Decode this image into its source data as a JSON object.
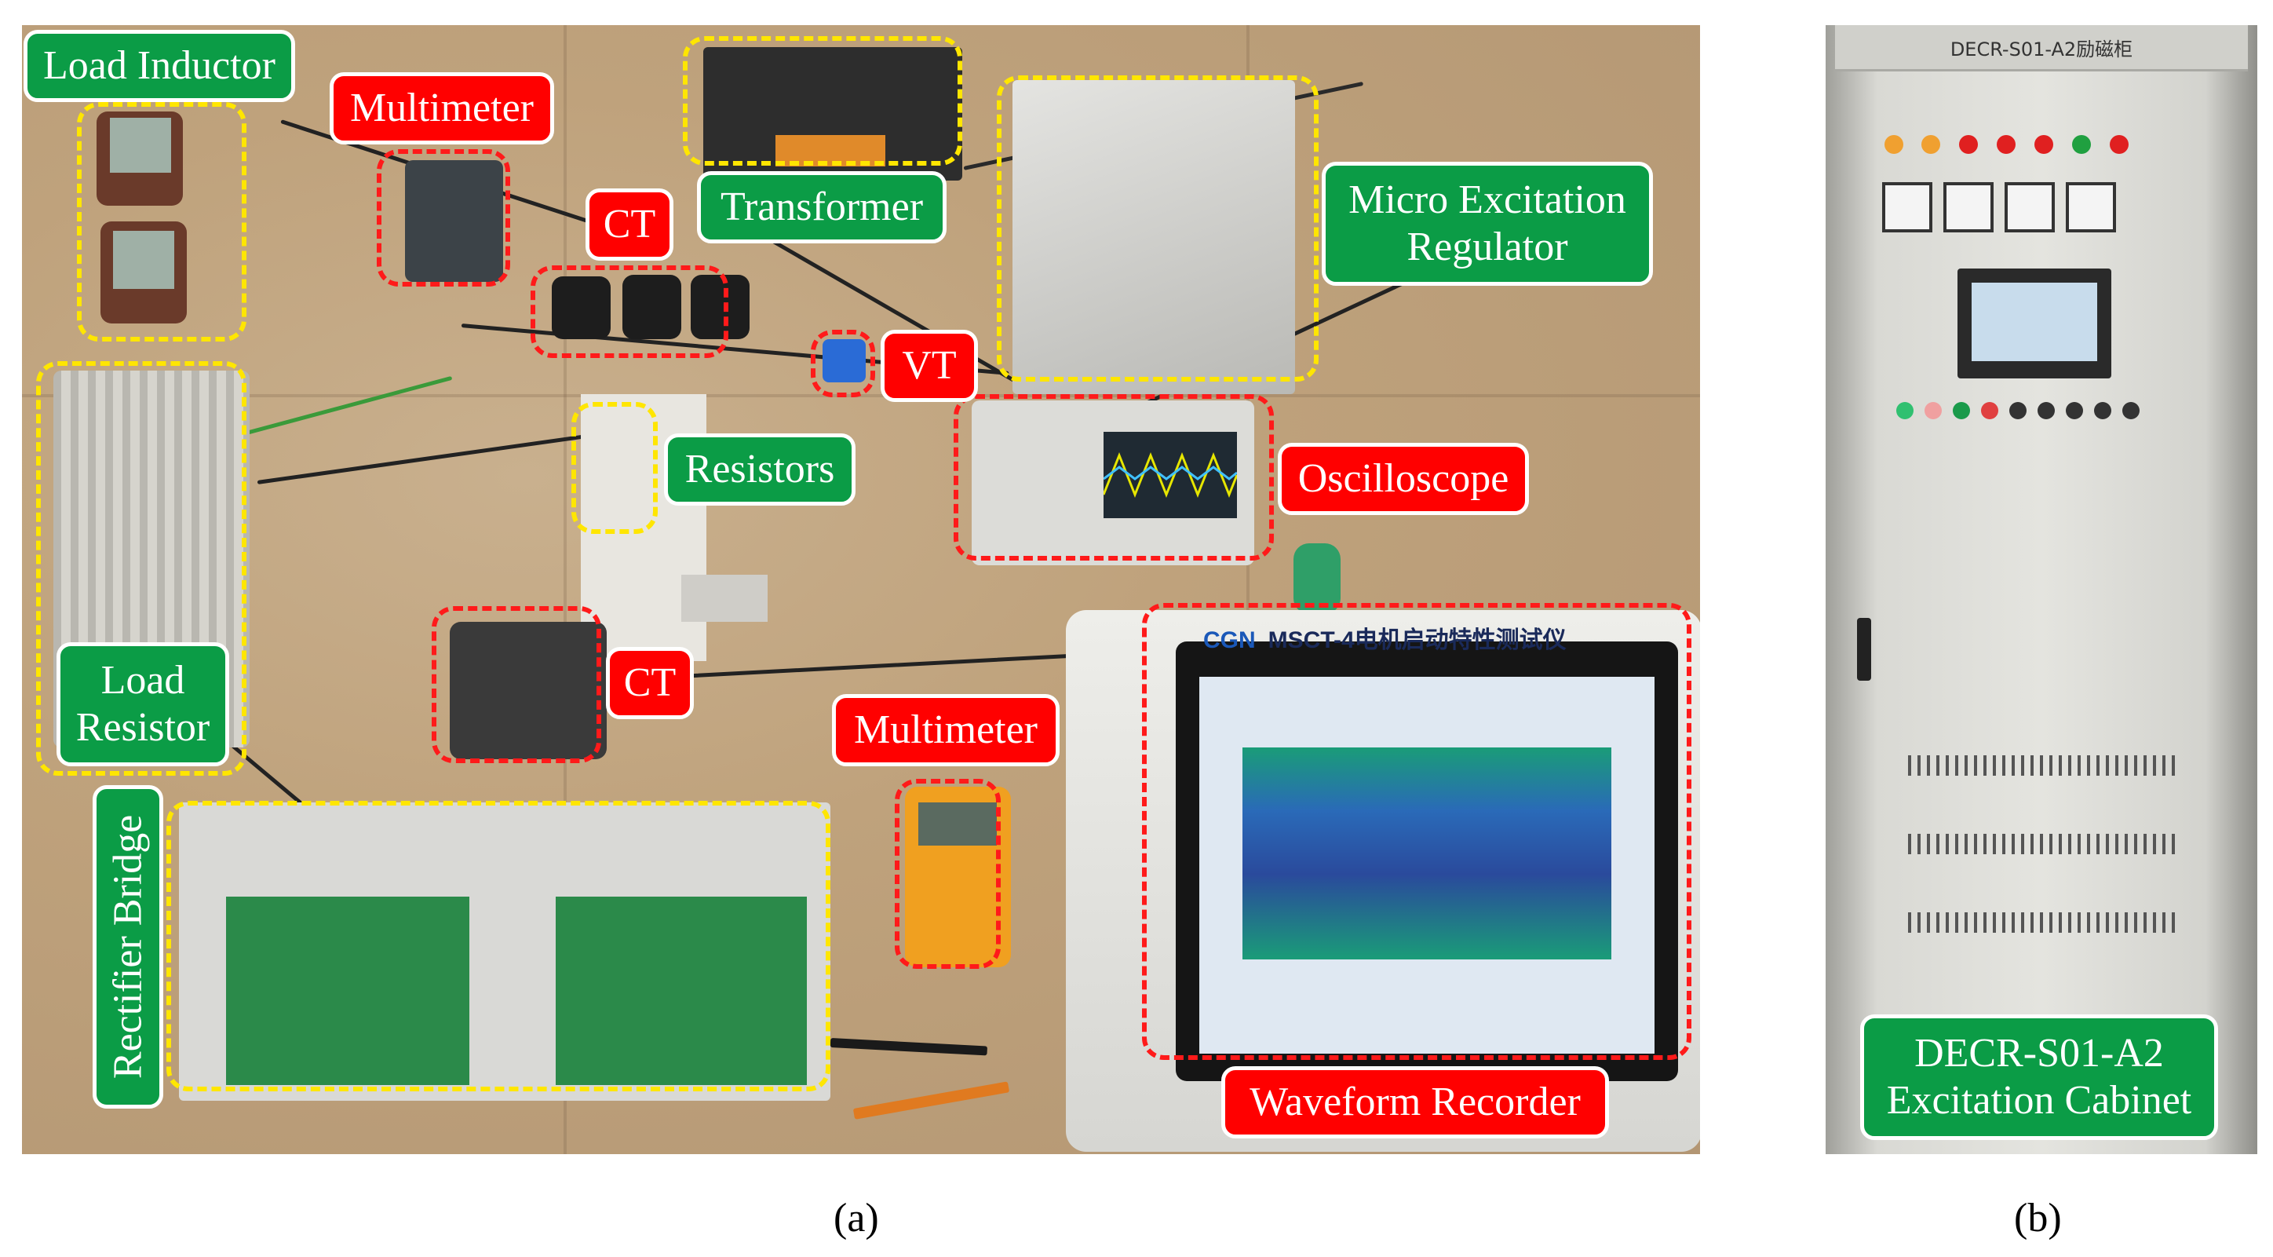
{
  "panel_a": {
    "caption": "(a)",
    "labels": {
      "load_inductor": "Load Inductor",
      "multimeter_top": "Multimeter",
      "ct_top": "CT",
      "transformer": "Transformer",
      "micro_excitation_regulator_line1": "Micro Excitation",
      "micro_excitation_regulator_line2": "Regulator",
      "vt": "VT",
      "resistors": "Resistors",
      "oscilloscope": "Oscilloscope",
      "load_resistor_line1": "Load",
      "load_resistor_line2": "Resistor",
      "ct_middle": "CT",
      "multimeter_bottom": "Multimeter",
      "rectifier_bridge": "Rectifier Bridge",
      "waveform_recorder": "Waveform Recorder"
    },
    "device_text": {
      "recorder_brand": "CGN",
      "recorder_model": "MSCT-4电机启动特性测试仪"
    }
  },
  "panel_b": {
    "caption": "(b)",
    "cabinet_header": "DECR-S01-A2励磁柜",
    "label_line1": "DECR-S01-A2",
    "label_line2": "Excitation Cabinet"
  },
  "colors": {
    "green_tag": "#0b9c46",
    "red_tag": "#ff0000",
    "yellow_dash": "#ffe600",
    "red_dash": "#ff1a1a"
  }
}
